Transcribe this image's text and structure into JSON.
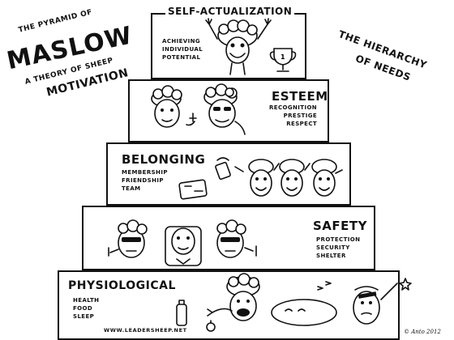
{
  "left_title": {
    "line1": "THE PYRAMID OF",
    "line2": "MASLOW",
    "line3": "A THEORY OF SHEEP",
    "line4": "MOTIVATION"
  },
  "right_title": {
    "line1": "THE HIERARCHY",
    "line2": "OF NEEDS"
  },
  "tiers": {
    "self_actualization": {
      "title": "SELF-ACTUALIZATION",
      "items": [
        "ACHIEVING",
        "INDIVIDUAL",
        "POTENTIAL"
      ],
      "trophy_label": "1"
    },
    "esteem": {
      "title": "ESTEEM",
      "items": [
        "RECOGNITION",
        "PRESTIGE",
        "RESPECT"
      ]
    },
    "belonging": {
      "title": "BELONGING",
      "items": [
        "MEMBERSHIP",
        "FRIENDSHIP",
        "TEAM"
      ]
    },
    "safety": {
      "title": "SAFETY",
      "items": [
        "PROTECTION",
        "SECURITY",
        "SHELTER"
      ]
    },
    "physiological": {
      "title": "PHYSIOLOGICAL",
      "items": [
        "HEALTH",
        "FOOD",
        "SLEEP"
      ]
    }
  },
  "footer": {
    "website": "WWW.LEADERSHEEP.NET",
    "signature": "© Anto 2012"
  }
}
